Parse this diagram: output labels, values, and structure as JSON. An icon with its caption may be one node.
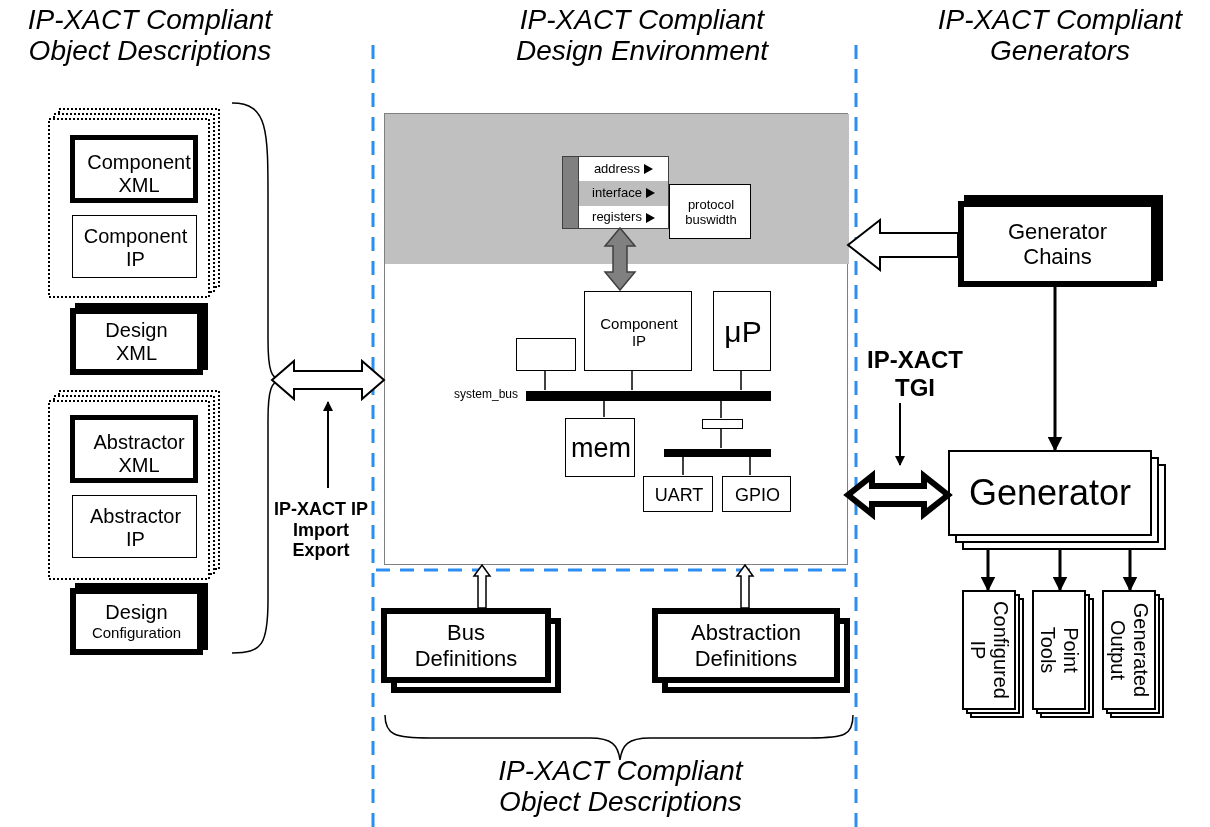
{
  "diagram": {
    "nodes": [
      {
        "text": [],
        "shape": "box"
      },
      {
        "text": [],
        "shape": "box",
        "in": 0
      },
      {
        "text": [],
        "shape": "box"
      },
      {
        "text": [
          "Component XML"
        ],
        "in": 2
      },
      {
        "text": [
          "Component IP"
        ],
        "in": 2
      },
      {
        "text": [
          "Design XML"
        ]
      },
      {
        "text": [],
        "shape": "box"
      },
      {
        "text": [
          "Abstractor XML"
        ],
        "in": 6
      },
      {
        "text": [
          "Abstractor IP"
        ],
        "in": 6
      },
      {
        "text": [
          "Design",
          "Configuration"
        ]
      },
      {
        "text": [
          "address",
          "interface",
          "registers"
        ],
        "in": 1
      },
      {
        "text": [
          "protocol buswidth"
        ],
        "in": 1
      },
      {
        "text": [],
        "shape": "box",
        "in": 0
      },
      {
        "text": [
          "Component IP"
        ],
        "in": 0
      },
      {
        "text": [
          "μP"
        ],
        "in": 0
      },
      {
        "text": [
          "system_bus"
        ],
        "in": 0
      },
      {
        "text": [
          "mem"
        ],
        "in": 0
      },
      {
        "text": [],
        "shape": "box",
        "in": 0
      },
      {
        "text": [],
        "shape": "bar",
        "in": 0
      },
      {
        "text": [
          "UART"
        ],
        "in": 0
      },
      {
        "text": [
          "GPIO"
        ],
        "in": 0
      },
      {
        "text": [
          "Generator Chains"
        ]
      },
      {
        "text": [
          "Generator"
        ]
      },
      {
        "text": [
          "Configured IP"
        ]
      },
      {
        "text": [
          "Point Tools"
        ]
      },
      {
        "text": [
          "Generated Output"
        ]
      },
      {
        "text": [
          "Bus Definitions"
        ]
      },
      {
        "text": [
          "Abstraction Definitions"
        ]
      },
      {
        "text": [
          "IP-XACT IP Import Export"
        ]
      },
      {
        "text": [
          "IP-XACT TGI"
        ]
      }
    ],
    "edges": [
      {
        "from": null,
        "to": 0,
        "arrow": "both",
        "style": "thick"
      },
      {
        "from": 28,
        "to": null,
        "arrow": "to"
      },
      {
        "from": 10,
        "to": 13,
        "arrow": "both",
        "style": "thick",
        "color": "#808080"
      },
      {
        "from": 21,
        "to": 0,
        "arrow": "to",
        "style": "thick"
      },
      {
        "from": 21,
        "to": 22,
        "arrow": "to"
      },
      {
        "from": 0,
        "to": 22,
        "arrow": "both",
        "style": "thick"
      },
      {
        "from": 29,
        "to": null,
        "arrow": "to"
      },
      {
        "from": 22,
        "to": 23,
        "arrow": "to"
      },
      {
        "from": 22,
        "to": 24,
        "arrow": "to"
      },
      {
        "from": 22,
        "to": 25,
        "arrow": "to"
      },
      {
        "from": 26,
        "to": 0,
        "arrow": "to",
        "style": "thick"
      },
      {
        "from": 27,
        "to": 0,
        "arrow": "to",
        "style": "thick"
      },
      {
        "from": 12,
        "to": 15,
        "arrow": "none"
      },
      {
        "from": 13,
        "to": 15,
        "arrow": "none"
      },
      {
        "from": 14,
        "to": 15,
        "arrow": "none"
      },
      {
        "from": 15,
        "to": 16,
        "arrow": "none"
      },
      {
        "from": 15,
        "to": 17,
        "arrow": "none"
      },
      {
        "from": 17,
        "to": 18,
        "arrow": "none"
      },
      {
        "from": 18,
        "to": 19,
        "arrow": "none"
      },
      {
        "from": 18,
        "to": 20,
        "arrow": "none"
      }
    ],
    "labels": [
      "IP-XACT Compliant Object Descriptions",
      "IP-XACT Compliant Design Environment",
      "IP-XACT Compliant Generators",
      "IP-XACT Compliant Object Descriptions"
    ]
  }
}
